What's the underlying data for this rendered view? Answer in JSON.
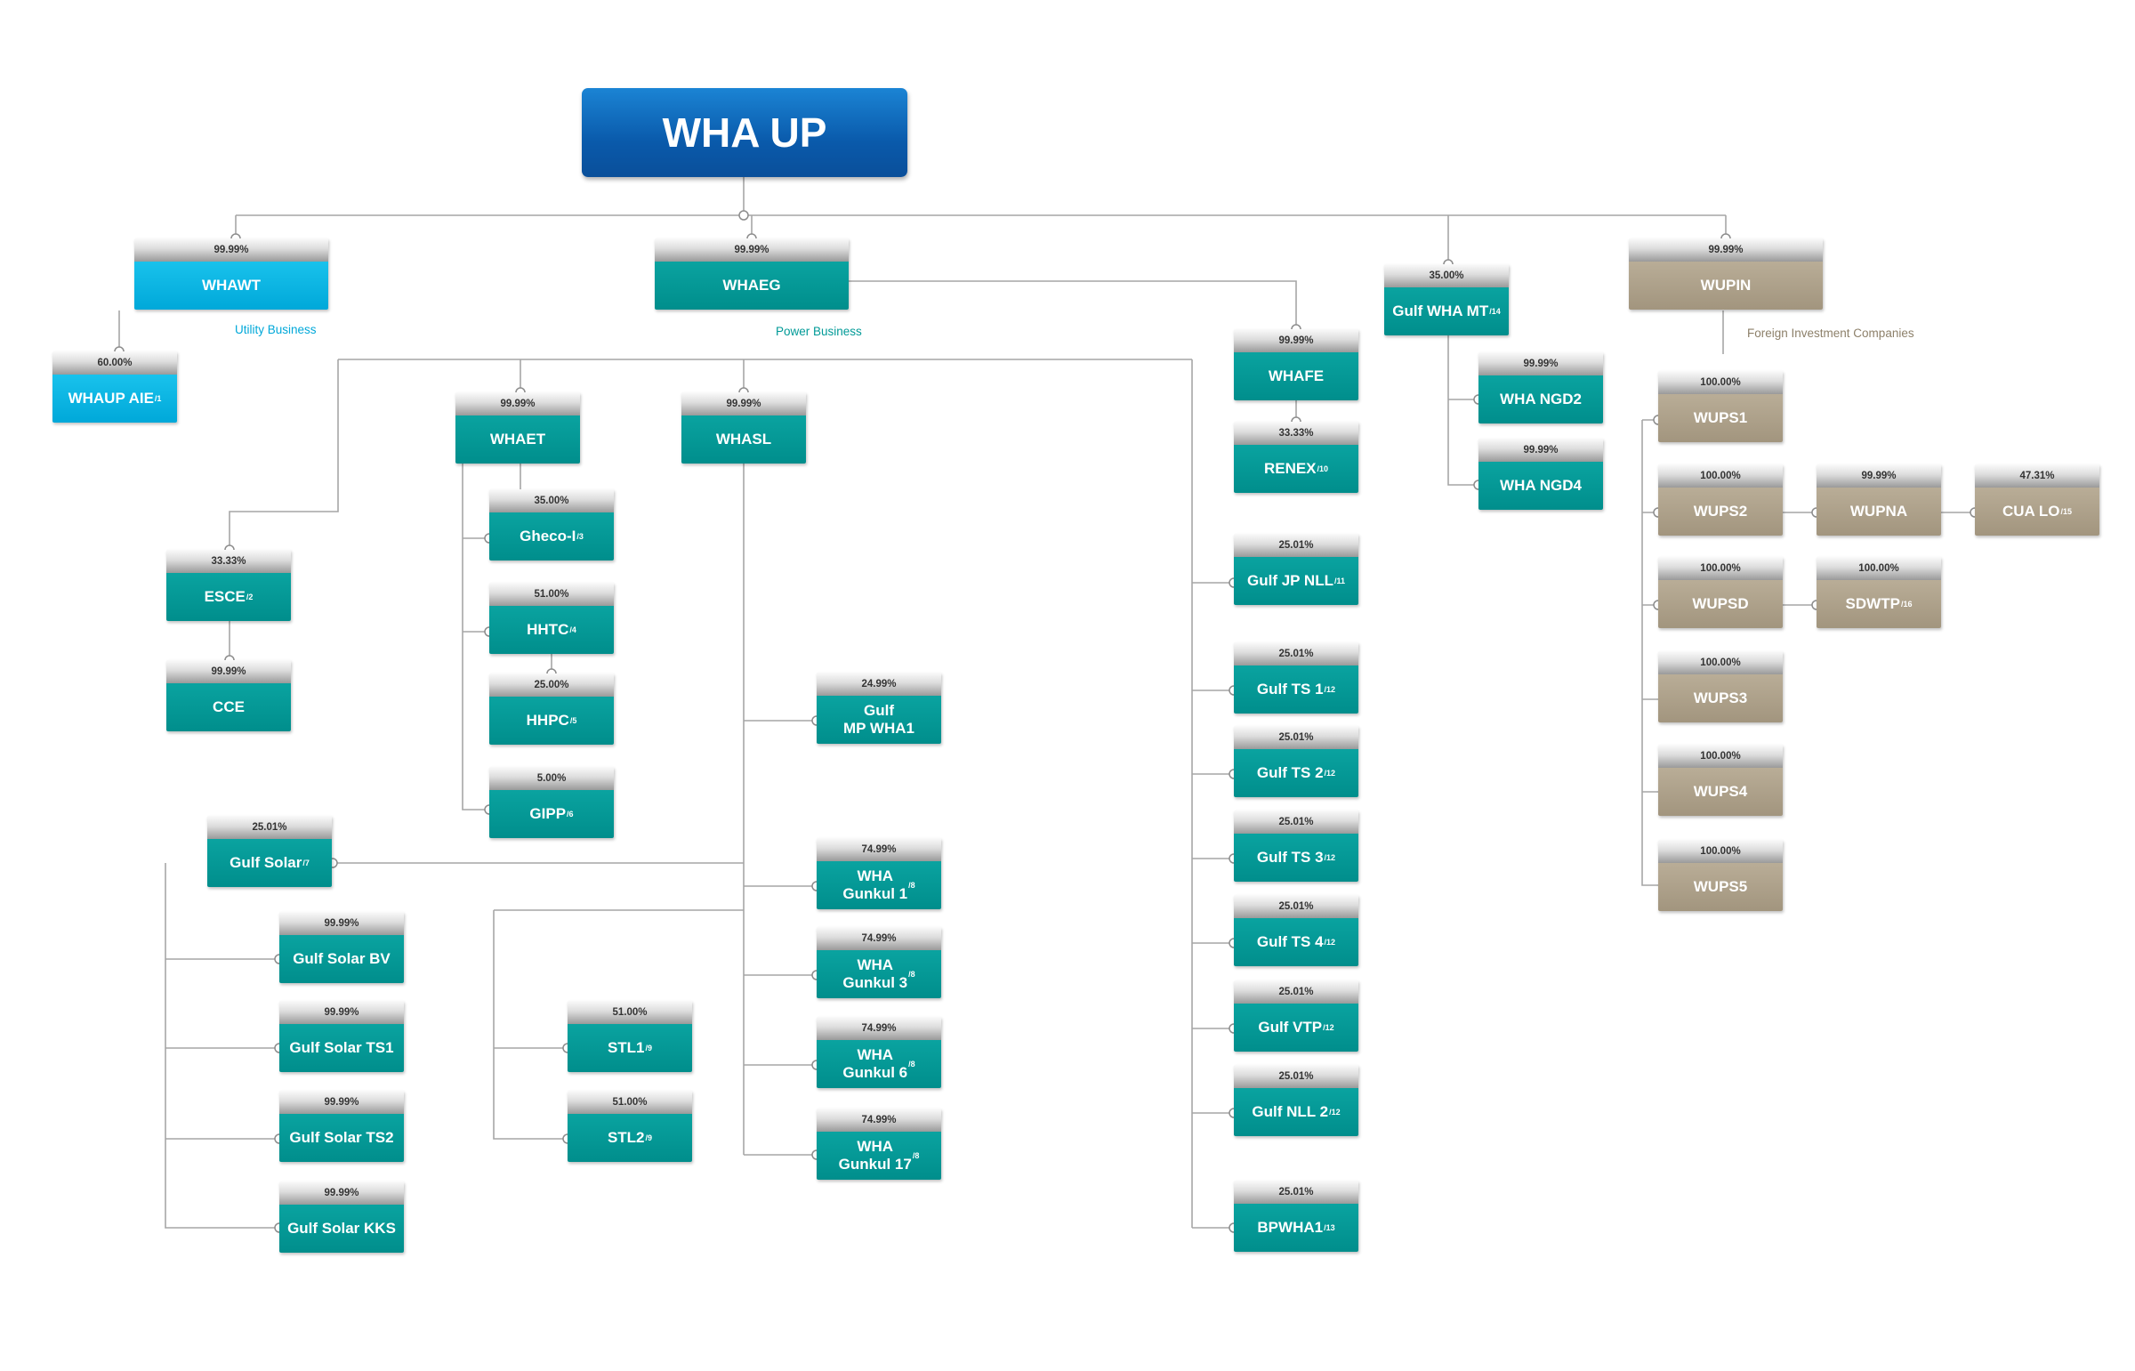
{
  "diagram": {
    "root": "WHA UP",
    "captions": {
      "utility": "Utility Business",
      "power": "Power Business",
      "foreign": "Foreign Investment Companies"
    },
    "colors": {
      "power": "#009a97",
      "utility": "#00b4e4",
      "foreign": "#a89c85",
      "root": "#0a5aab",
      "connector": "#a6a6a6"
    },
    "nodes": {
      "whawt": {
        "pct": "99.99%",
        "label": "WHAWT",
        "note": ""
      },
      "whaup_aie": {
        "pct": "60.00%",
        "label": "WHAUP AIE",
        "note": "/1"
      },
      "whaeg": {
        "pct": "99.99%",
        "label": "WHAEG",
        "note": ""
      },
      "whaet": {
        "pct": "99.99%",
        "label": "WHAET",
        "note": ""
      },
      "whasl": {
        "pct": "99.99%",
        "label": "WHASL",
        "note": ""
      },
      "esce": {
        "pct": "33.33%",
        "label": "ESCE",
        "note": "/2"
      },
      "cce": {
        "pct": "99.99%",
        "label": "CCE",
        "note": ""
      },
      "gheco": {
        "pct": "35.00%",
        "label": "Gheco-I",
        "note": "/3"
      },
      "hhtc": {
        "pct": "51.00%",
        "label": "HHTC",
        "note": "/4"
      },
      "hhpc": {
        "pct": "25.00%",
        "label": "HHPC",
        "note": "/5"
      },
      "gipp": {
        "pct": "5.00%",
        "label": "GIPP",
        "note": "/6"
      },
      "gulf_mp": {
        "pct": "24.99%",
        "label": "Gulf\nMP WHA1",
        "note": ""
      },
      "gulf_solar": {
        "pct": "25.01%",
        "label": "Gulf Solar",
        "note": "/7"
      },
      "gs_bv": {
        "pct": "99.99%",
        "label": "Gulf Solar BV",
        "note": ""
      },
      "gs_ts1": {
        "pct": "99.99%",
        "label": "Gulf Solar TS1",
        "note": ""
      },
      "gs_ts2": {
        "pct": "99.99%",
        "label": "Gulf Solar TS2",
        "note": ""
      },
      "gs_kks": {
        "pct": "99.99%",
        "label": "Gulf Solar KKS",
        "note": ""
      },
      "gunkul1": {
        "pct": "74.99%",
        "label": "WHA\nGunkul 1",
        "note": "/8"
      },
      "gunkul3": {
        "pct": "74.99%",
        "label": "WHA\nGunkul 3",
        "note": "/8"
      },
      "gunkul6": {
        "pct": "74.99%",
        "label": "WHA\nGunkul 6",
        "note": "/8"
      },
      "gunkul17": {
        "pct": "74.99%",
        "label": "WHA\nGunkul 17",
        "note": "/8"
      },
      "stl1": {
        "pct": "51.00%",
        "label": "STL1",
        "note": "/9"
      },
      "stl2": {
        "pct": "51.00%",
        "label": "STL2",
        "note": "/9"
      },
      "whafe": {
        "pct": "99.99%",
        "label": "WHAFE",
        "note": ""
      },
      "renex": {
        "pct": "33.33%",
        "label": "RENEX",
        "note": "/10"
      },
      "gulf_jp_nll": {
        "pct": "25.01%",
        "label": "Gulf JP NLL",
        "note": "/11"
      },
      "gulf_ts1": {
        "pct": "25.01%",
        "label": "Gulf TS 1",
        "note": "/12"
      },
      "gulf_ts2": {
        "pct": "25.01%",
        "label": "Gulf TS 2",
        "note": "/12"
      },
      "gulf_ts3": {
        "pct": "25.01%",
        "label": "Gulf TS 3",
        "note": "/12"
      },
      "gulf_ts4": {
        "pct": "25.01%",
        "label": "Gulf TS 4",
        "note": "/12"
      },
      "gulf_vtp": {
        "pct": "25.01%",
        "label": "Gulf VTP",
        "note": "/12"
      },
      "gulf_nll2": {
        "pct": "25.01%",
        "label": "Gulf NLL 2",
        "note": "/12"
      },
      "bpwha1": {
        "pct": "25.01%",
        "label": "BPWHA1",
        "note": "/13"
      },
      "gulf_wha_mt": {
        "pct": "35.00%",
        "label": "Gulf WHA MT",
        "note": "/14"
      },
      "wha_ngd2": {
        "pct": "99.99%",
        "label": "WHA NGD2",
        "note": ""
      },
      "wha_ngd4": {
        "pct": "99.99%",
        "label": "WHA NGD4",
        "note": ""
      },
      "wupin": {
        "pct": "99.99%",
        "label": "WUPIN",
        "note": ""
      },
      "wups1": {
        "pct": "100.00%",
        "label": "WUPS1",
        "note": ""
      },
      "wups2": {
        "pct": "100.00%",
        "label": "WUPS2",
        "note": ""
      },
      "wupna": {
        "pct": "99.99%",
        "label": "WUPNA",
        "note": ""
      },
      "cua_lo": {
        "pct": "47.31%",
        "label": "CUA LO",
        "note": "/15"
      },
      "wupsd": {
        "pct": "100.00%",
        "label": "WUPSD",
        "note": ""
      },
      "sdwtp": {
        "pct": "100.00%",
        "label": "SDWTP",
        "note": "/16"
      },
      "wups3": {
        "pct": "100.00%",
        "label": "WUPS3",
        "note": ""
      },
      "wups4": {
        "pct": "100.00%",
        "label": "WUPS4",
        "note": ""
      },
      "wups5": {
        "pct": "100.00%",
        "label": "WUPS5",
        "note": ""
      }
    }
  }
}
